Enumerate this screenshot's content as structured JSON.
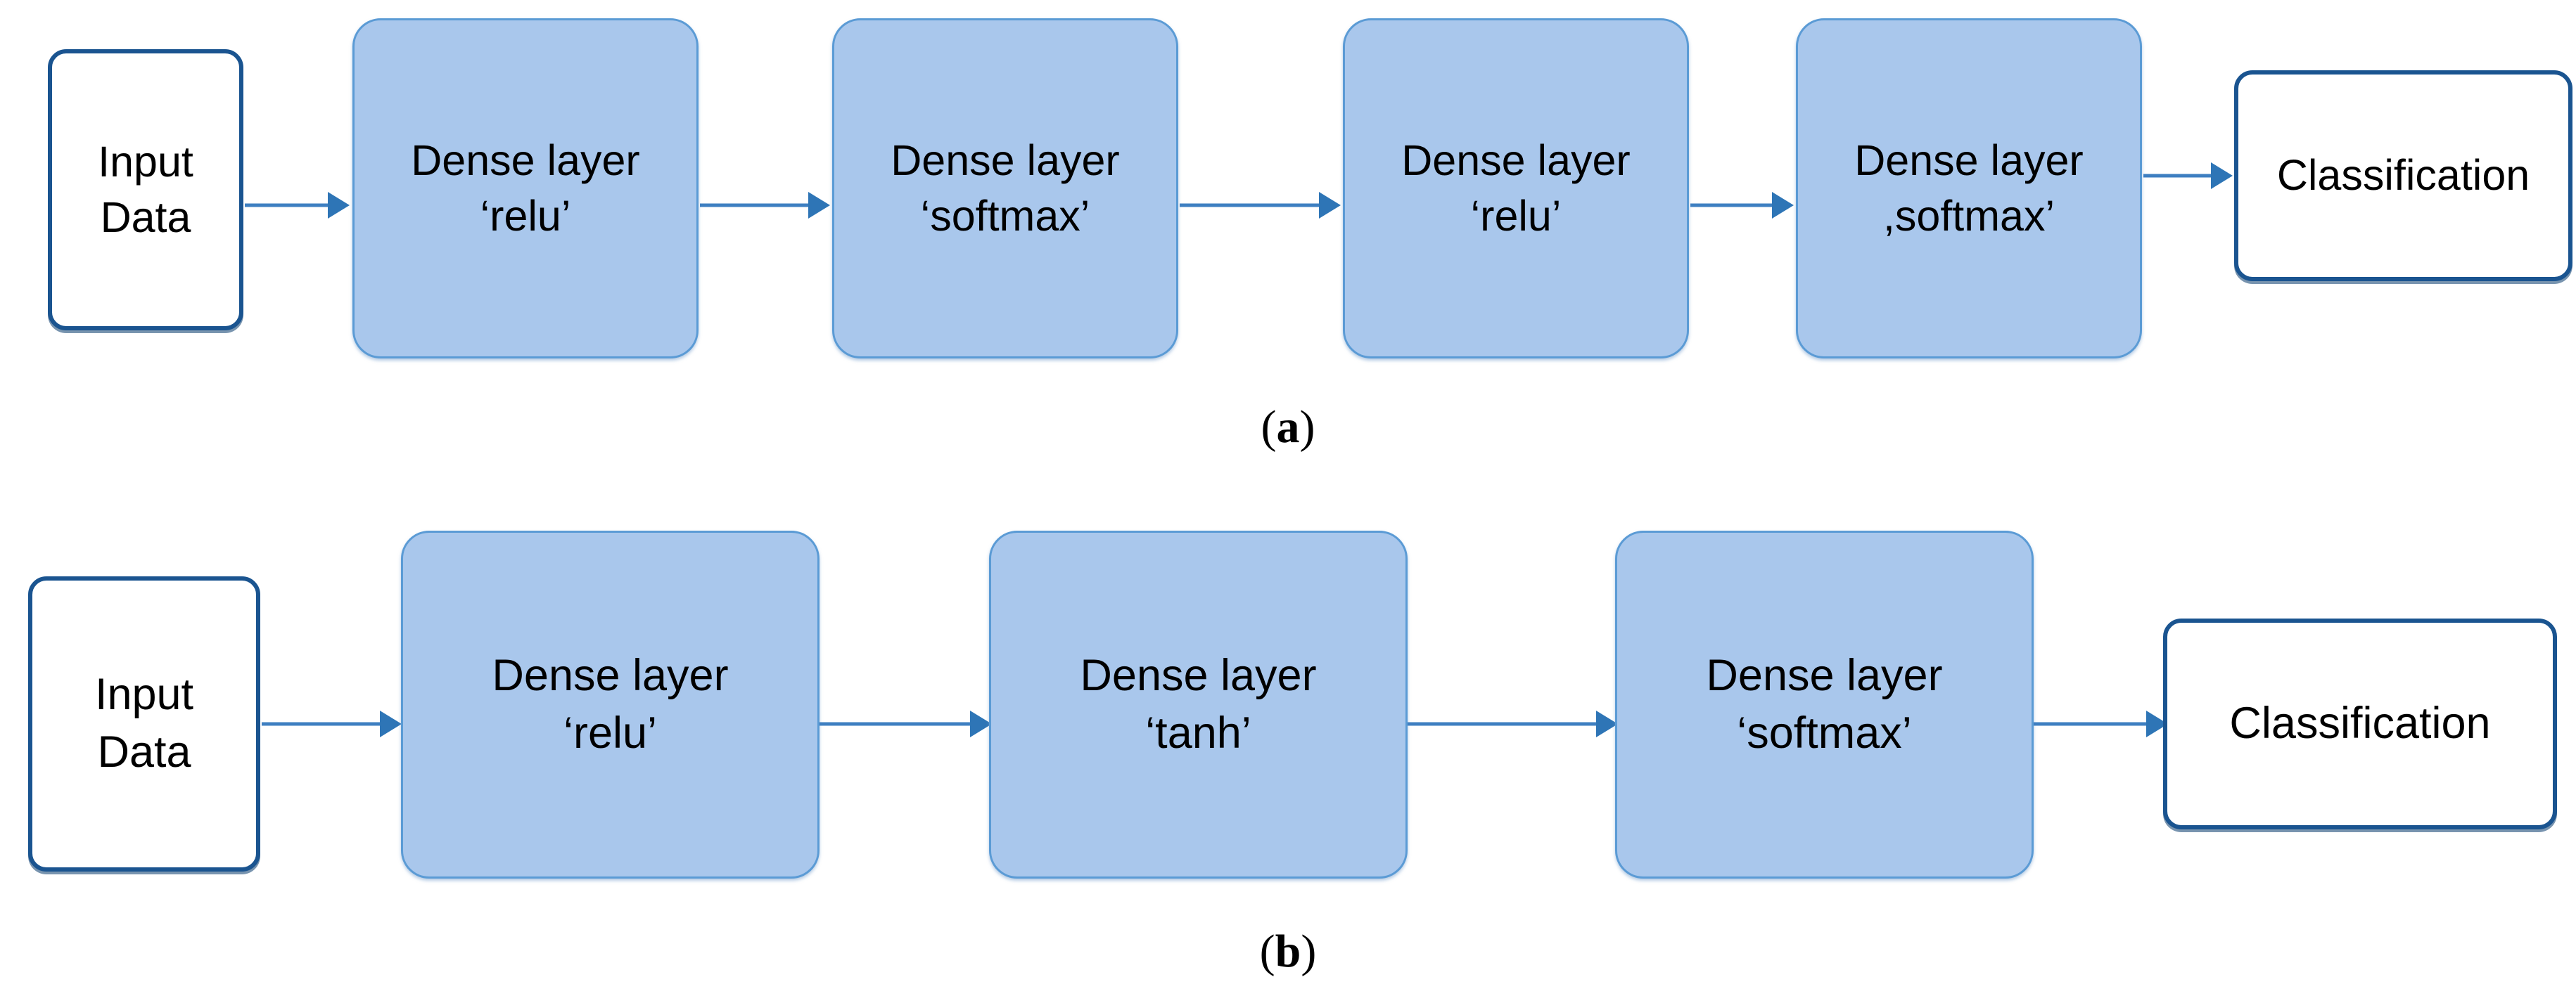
{
  "figure": {
    "background_color": "#FFFFFF",
    "accent_colors": {
      "dense_fill": "#A9C7EC",
      "dense_border": "#5B9BD5",
      "terminal_border": "#1A5490",
      "arrow": "#2E75B6",
      "text": "#000000"
    }
  },
  "panels": [
    {
      "id": "panel-a",
      "caption_paren_open": "(",
      "caption_letter": "a",
      "caption_paren_close": ")",
      "nodes": [
        {
          "kind": "terminal",
          "line1": "Input",
          "line2": "Data"
        },
        {
          "kind": "dense",
          "line1": "Dense layer",
          "line2": "‘relu’"
        },
        {
          "kind": "dense",
          "line1": "Dense layer",
          "line2": "‘softmax’"
        },
        {
          "kind": "dense",
          "line1": "Dense layer",
          "line2": "‘relu’"
        },
        {
          "kind": "dense",
          "line1": "Dense layer",
          "line2": ",softmax’"
        },
        {
          "kind": "terminal",
          "line1": "Classification",
          "line2": ""
        }
      ]
    },
    {
      "id": "panel-b",
      "caption_paren_open": "(",
      "caption_letter": "b",
      "caption_paren_close": ")",
      "nodes": [
        {
          "kind": "terminal",
          "line1": "Input",
          "line2": "Data"
        },
        {
          "kind": "dense",
          "line1": "Dense layer",
          "line2": "‘relu’"
        },
        {
          "kind": "dense",
          "line1": "Dense layer",
          "line2": "‘tanh’"
        },
        {
          "kind": "dense",
          "line1": "Dense layer",
          "line2": "‘softmax’"
        },
        {
          "kind": "terminal",
          "line1": "Classification",
          "line2": ""
        }
      ]
    }
  ]
}
